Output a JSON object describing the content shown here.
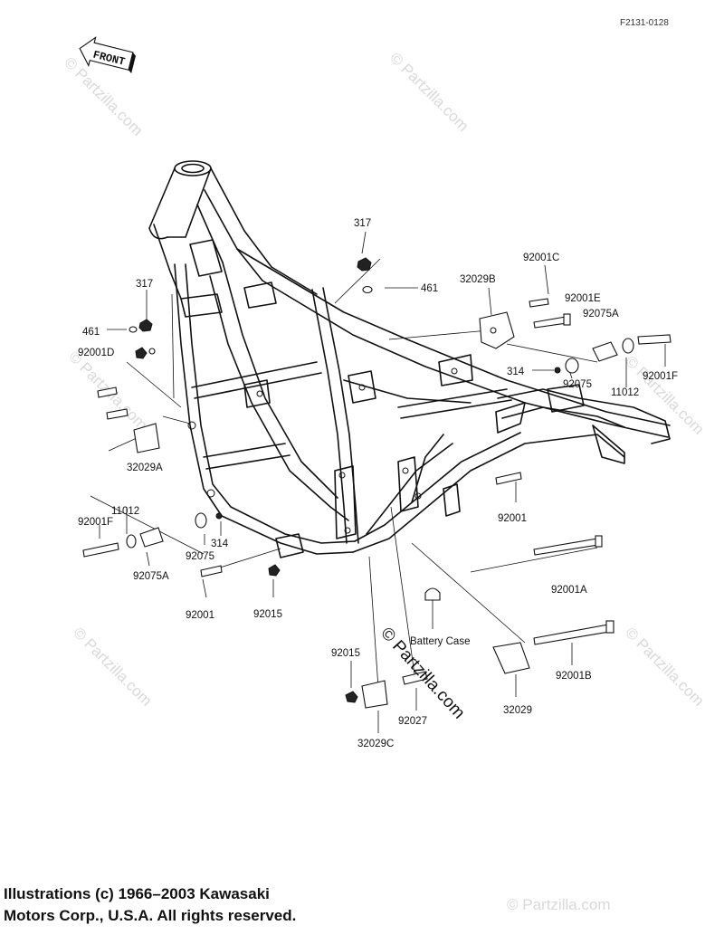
{
  "diagram_code": "F2131-0128",
  "front_arrow_label": "FRONT",
  "watermark_text": "© Partzilla.com",
  "copyright_lines": [
    "Illustrations (c) 1966–2003 Kawasaki",
    "Motors Corp., U.S.A.  All rights reserved."
  ],
  "labels": {
    "p317_top": "317",
    "p461_right": "461",
    "p32029B": "32029B",
    "p92001C": "92001C",
    "p92001E": "92001E",
    "p92075A_right": "92075A",
    "p314_right": "314",
    "p92075_right": "92075",
    "p11012_right": "11012",
    "p92001F_right": "92001F",
    "p317_left": "317",
    "p461_left": "461",
    "p92001D": "92001D",
    "p32029A": "32029A",
    "p11012_left": "11012",
    "p92001F_left": "92001F",
    "p92075_left": "92075",
    "p314_left": "314",
    "p92075A_left": "92075A",
    "p92001_left": "92001",
    "p92015_left": "92015",
    "p92001_right": "92001",
    "p92001A": "92001A",
    "battery_case": "Battery Case",
    "p92001B": "92001B",
    "p92015_bottom": "92015",
    "p92027": "92027",
    "p32029": "32029",
    "p32029C": "32029C"
  }
}
